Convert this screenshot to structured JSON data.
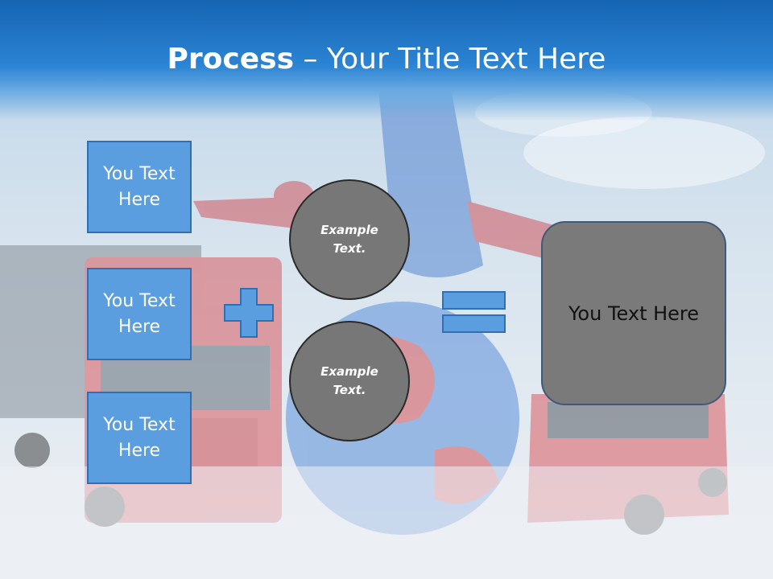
{
  "title": {
    "bold": "Process",
    "rest": " – Your Title Text Here"
  },
  "inputs": [
    {
      "text": "You Text Here"
    },
    {
      "text": "You Text Here"
    },
    {
      "text": "You Text Here"
    }
  ],
  "circles": [
    {
      "text": "Example Text."
    },
    {
      "text": "Example Text."
    }
  ],
  "result": {
    "text": "You Text Here"
  },
  "operators": {
    "plus": "plus-icon",
    "equals": "equals-icon"
  },
  "colors": {
    "header": "#1565b3",
    "box_fill": "#5b9ee0",
    "box_border": "#2e6fb6",
    "circle_fill": "#777777",
    "result_fill": "#7a7a7a"
  }
}
